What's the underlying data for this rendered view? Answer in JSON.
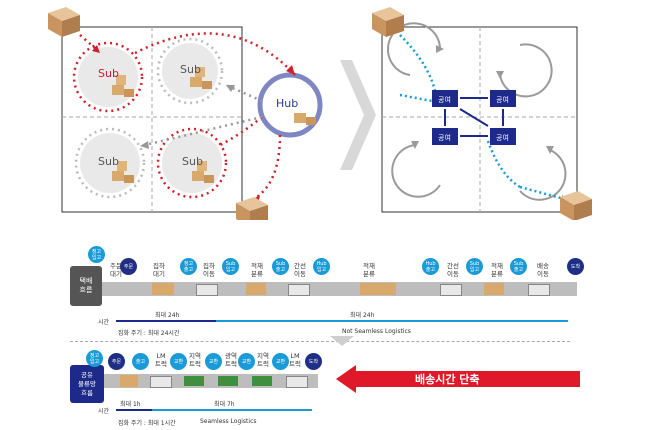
{
  "left_diagram": {
    "sub_label": "Sub",
    "hub_label": "Hub"
  },
  "right_diagram": {
    "node_label": "공여"
  },
  "top_flow": {
    "side_label_line1": "택배",
    "side_label_line2": "흐름",
    "steps": [
      {
        "tag": "",
        "label": "주문\n대기"
      },
      {
        "tag": "주문",
        "label": ""
      },
      {
        "tag": "",
        "label": "집하\n대기"
      },
      {
        "tag": "",
        "label": "집하\n이동"
      },
      {
        "tag": "",
        "label": "적재\n분류"
      },
      {
        "tag": "",
        "label": "간선\n이동"
      },
      {
        "tag": "",
        "label": "적재\n분류"
      },
      {
        "tag": "",
        "label": "간선\n이동"
      },
      {
        "tag": "",
        "label": "적재\n분류"
      },
      {
        "tag": "",
        "label": "배송\n이동"
      },
      {
        "tag": "도착",
        "label": ""
      }
    ],
    "tags_small": [
      "정고\n입고",
      "정고\n출고",
      "Sub\n입고",
      "Sub\n출고",
      "Hub\n입고",
      "Hub\n출고",
      "Sub\n입고",
      "Sub\n출고"
    ],
    "time_label": "시간",
    "time_max1": "최대 24h",
    "time_max2": "최대 24h",
    "cycle_label": "집화 주기 : 최대 24시간",
    "note": "Not Seamless Logistics"
  },
  "bottom_flow": {
    "side_label_line1": "공유",
    "side_label_line2": "물류망",
    "side_label_line3": "흐름",
    "tags": [
      "정고\n입고",
      "주문",
      "출고",
      "LM\n트럭",
      "교환",
      "지역\n트럭",
      "교환",
      "광역\n트럭",
      "교환",
      "지역\n트럭",
      "교환",
      "LM\n트럭",
      "도착"
    ],
    "time_label": "시간",
    "time_max1": "최대 1h",
    "time_max2": "최대 7h",
    "cycle_label": "집화 주기 : 최대 1시간",
    "note": "Seamless Logistics",
    "banner": "배송시간 단축"
  }
}
